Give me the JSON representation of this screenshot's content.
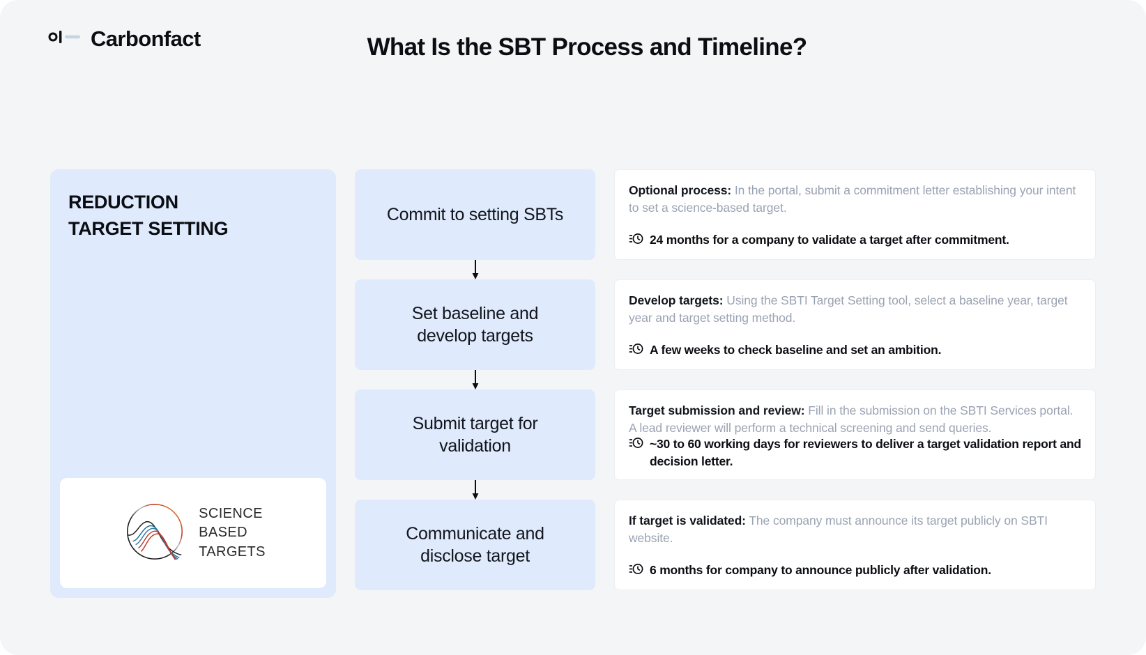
{
  "brand": {
    "name": "Carbonfact",
    "mark_icon": "carbonfact-logo-icon"
  },
  "header": {
    "title": "What Is the SBT Process and Timeline?"
  },
  "left_panel": {
    "title": "REDUCTION\nTARGET SETTING",
    "logo": {
      "mark_icon": "science-based-targets-logo-icon",
      "words": "SCIENCE\nBASED\nTARGETS"
    }
  },
  "flow": {
    "arrow_icon": "arrow-down-icon",
    "steps": [
      {
        "label": "Commit to setting SBTs"
      },
      {
        "label": "Set baseline and\ndevelop targets"
      },
      {
        "label": "Submit target for\nvalidation"
      },
      {
        "label": "Communicate and\ndisclose target"
      }
    ]
  },
  "details": {
    "time_icon": "history-clock-icon",
    "cards": [
      {
        "label": "Optional process:",
        "description": " In the portal, submit a commitment letter establishing your intent to set a science-based target.",
        "time": "24 months for a company to validate a target after commitment."
      },
      {
        "label": "Develop targets:",
        "description": " Using the SBTI Target Setting tool, select a baseline year, target year and target setting method.",
        "time": "A few weeks to check baseline and set an ambition."
      },
      {
        "label": "Target submission and review:",
        "description": " Fill in the submission on the SBTI Services portal. A lead reviewer will perform a technical screening and send queries.",
        "time": "~30 to 60 working days for reviewers to deliver a target validation report and decision letter."
      },
      {
        "label": "If target is validated:",
        "description": " The company must announce its target publicly on SBTI website.",
        "time": "6 months for company to announce publicly after validation."
      }
    ]
  },
  "colors": {
    "page_background": "#f4f5f7",
    "panel_blue": "#dfeafc",
    "card_white": "#ffffff",
    "card_border": "#eceef1",
    "text_dark": "#0b0d12",
    "text_muted": "#9aa3b2"
  }
}
